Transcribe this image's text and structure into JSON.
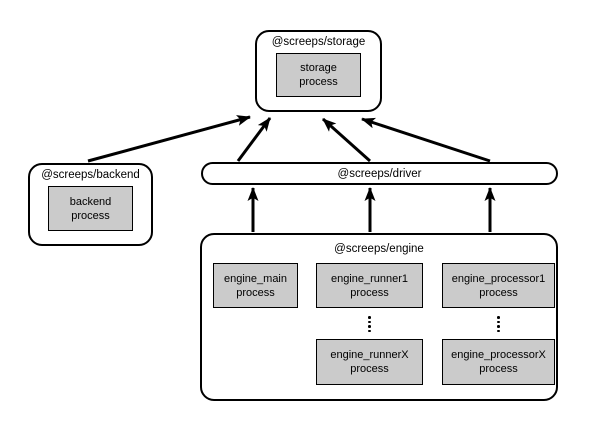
{
  "diagram": {
    "colors": {
      "background": "#ffffff",
      "node_fill": "#ffffff",
      "node_border": "#000000",
      "process_fill": "#cbcbcb",
      "arrow": "#000000"
    },
    "icons": {
      "more_processes": "vertical-ellipsis"
    },
    "nodes": {
      "storage": {
        "title": "@screeps/storage",
        "process": {
          "line1": "storage",
          "line2": "process"
        }
      },
      "backend": {
        "title": "@screeps/backend",
        "process": {
          "line1": "backend",
          "line2": "process"
        }
      },
      "driver": {
        "title": "@screeps/driver"
      },
      "engine": {
        "title": "@screeps/engine",
        "processes": {
          "main": {
            "line1": "engine_main",
            "line2": "process"
          },
          "runner1": {
            "line1": "engine_runner1",
            "line2": "process"
          },
          "processor1": {
            "line1": "engine_processor1",
            "line2": "process"
          },
          "runnerX": {
            "line1": "engine_runnerX",
            "line2": "process"
          },
          "processorX": {
            "line1": "engine_processorX",
            "line2": "process"
          }
        }
      }
    },
    "edges": [
      {
        "from": "backend",
        "to": "storage"
      },
      {
        "from": "driver",
        "to": "storage"
      },
      {
        "from": "driver",
        "to": "storage"
      },
      {
        "from": "driver",
        "to": "storage"
      },
      {
        "from": "engine",
        "to": "driver"
      },
      {
        "from": "engine",
        "to": "driver"
      },
      {
        "from": "engine",
        "to": "driver"
      }
    ]
  }
}
